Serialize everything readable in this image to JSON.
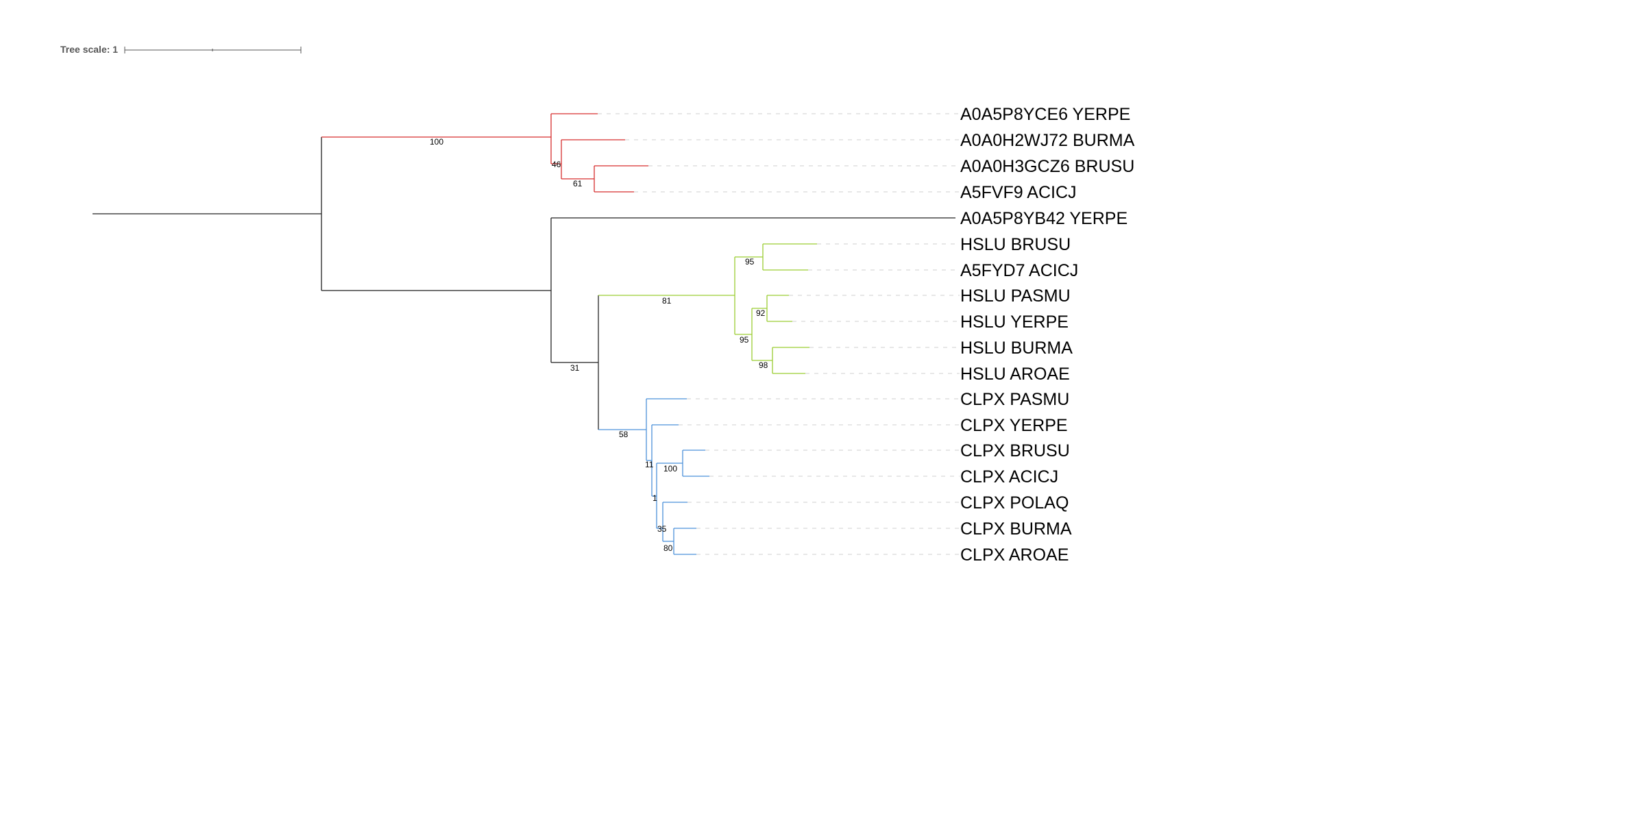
{
  "tree_scale": {
    "label": "Tree scale: 1"
  },
  "colors": {
    "default": "#222222",
    "red_clade": "#d62c2c",
    "green_clade": "#9acd32",
    "blue_clade": "#4a90d9",
    "leader": "#cfcfcf"
  },
  "leaves": [
    {
      "id": "l0",
      "label": "A0A5P8YCE6 YERPE"
    },
    {
      "id": "l1",
      "label": "A0A0H2WJ72 BURMA"
    },
    {
      "id": "l2",
      "label": "A0A0H3GCZ6 BRUSU"
    },
    {
      "id": "l3",
      "label": "A5FVF9 ACICJ"
    },
    {
      "id": "l4",
      "label": "A0A5P8YB42 YERPE"
    },
    {
      "id": "l5",
      "label": "HSLU BRUSU"
    },
    {
      "id": "l6",
      "label": "A5FYD7 ACICJ"
    },
    {
      "id": "l7",
      "label": "HSLU PASMU"
    },
    {
      "id": "l8",
      "label": "HSLU YERPE"
    },
    {
      "id": "l9",
      "label": "HSLU BURMA"
    },
    {
      "id": "l10",
      "label": "HSLU AROAE"
    },
    {
      "id": "l11",
      "label": "CLPX PASMU"
    },
    {
      "id": "l12",
      "label": "CLPX YERPE"
    },
    {
      "id": "l13",
      "label": "CLPX BRUSU"
    },
    {
      "id": "l14",
      "label": "CLPX ACICJ"
    },
    {
      "id": "l15",
      "label": "CLPX POLAQ"
    },
    {
      "id": "l16",
      "label": "CLPX BURMA"
    },
    {
      "id": "l17",
      "label": "CLPX AROAE"
    }
  ],
  "support_values": {
    "red_root": "100",
    "red_inner": "46",
    "red_pair": "61",
    "main_inner": "31",
    "green_root": "81",
    "green_top": "95",
    "green_lower": "95",
    "green_pasmu_yerpe": "92",
    "green_burma_aroae": "98",
    "blue_root": "58",
    "blue_inner": "11",
    "blue_brusu_acicj": "100",
    "blue_deep": "1",
    "blue_polaq_group": "35",
    "blue_burma_aroae": "80"
  }
}
